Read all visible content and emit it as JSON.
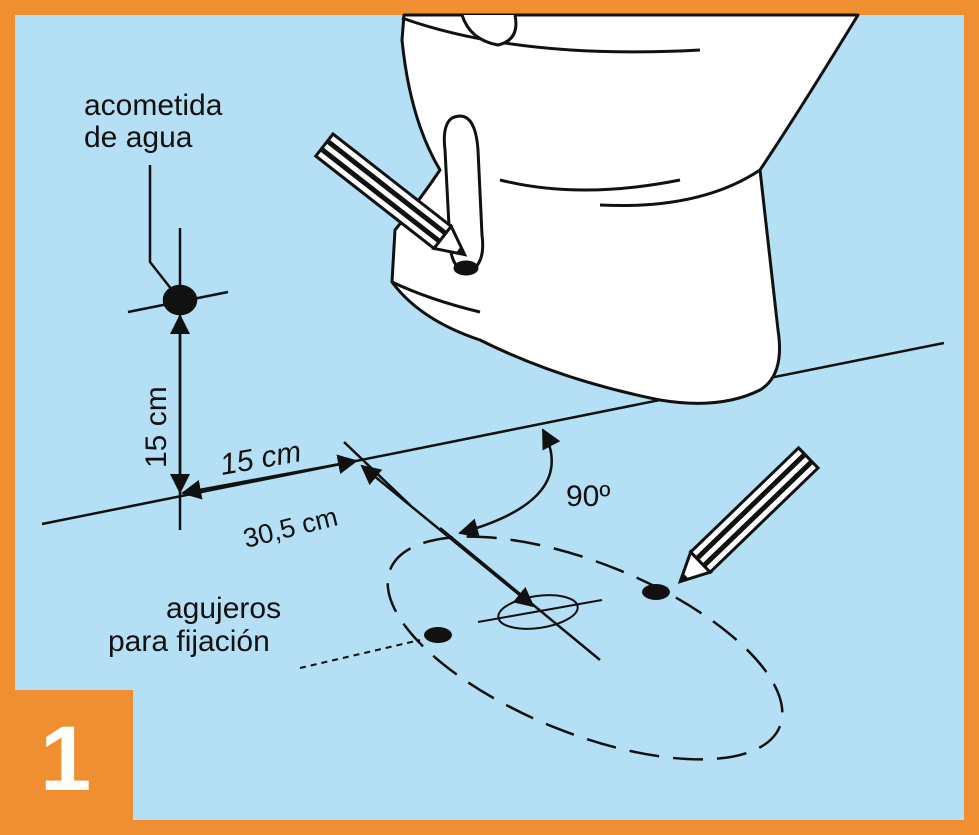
{
  "colors": {
    "background": "#b5dff5",
    "frame": "#ef8f31",
    "ink": "#111111",
    "fixture": "#ffffff"
  },
  "labels": {
    "water_inlet_line1": "acometida",
    "water_inlet_line2": "de agua",
    "vertical_distance": "15 cm",
    "horizontal_distance": "15 cm",
    "center_distance": "30,5 cm",
    "angle": "90º",
    "holes_line1": "agujeros",
    "holes_line2": "para fijación"
  },
  "step_number": "1",
  "icons": [
    "pencil-icon",
    "toilet-base-illustration"
  ]
}
